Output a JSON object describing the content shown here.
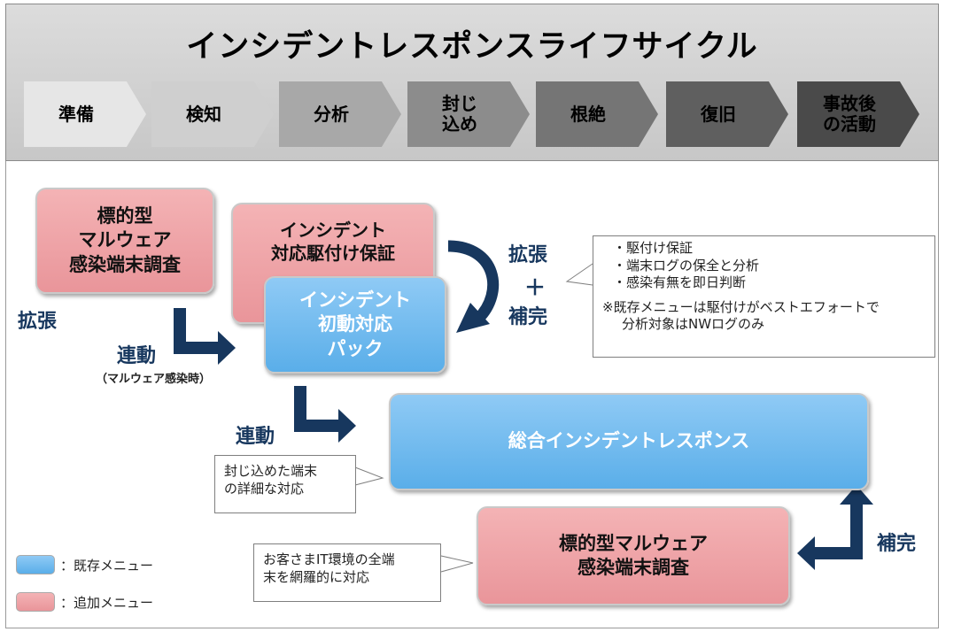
{
  "title": "インシデントレスポンスライフサイクル",
  "phases": [
    {
      "line1": "準備",
      "line2": "",
      "bg": "#e6e6e6",
      "fg": "#000000"
    },
    {
      "line1": "検知",
      "line2": "",
      "bg": "#cfcfcf",
      "fg": "#000000"
    },
    {
      "line1": "分析",
      "line2": "",
      "bg": "#a8a8a8",
      "fg": "#000000"
    },
    {
      "line1": "封じ",
      "line2": "込め",
      "bg": "#8c8c8c",
      "fg": "#000000"
    },
    {
      "line1": "根絶",
      "line2": "",
      "bg": "#757575",
      "fg": "#000000"
    },
    {
      "line1": "復旧",
      "line2": "",
      "bg": "#5f5f5f",
      "fg": "#000000"
    },
    {
      "line1": "事故後",
      "line2": "の活動",
      "bg": "#4a4a4a",
      "fg": "#000000"
    }
  ],
  "boxes": {
    "targeted_top": [
      "標的型",
      "マルウェア",
      "感染端末調査"
    ],
    "rush_support": [
      "インシデント",
      "対応駆付け保証"
    ],
    "initial_pack": [
      "インシデント",
      "初動対応",
      "パック"
    ],
    "general_ir": "総合インシデントレスポンス",
    "targeted_bottom": [
      "標的型マルウェア",
      "感染端末調査"
    ]
  },
  "labels": {
    "expand_left": "拡張",
    "link_1": "連動",
    "link_1_note": "（マルウェア感染時）",
    "link_2": "連動",
    "expand_right": "拡張",
    "plus": "＋",
    "complement_right": "補完",
    "complement_bottom": "補完"
  },
  "callouts": {
    "features": [
      "・駆付け保証",
      "・端末ログの保全と分析",
      "・感染有無を即日判断"
    ],
    "features_note": [
      "※既存メニューは駆付けがベストエフォートで",
      "分析対象はNWログのみ"
    ],
    "contained": [
      "封じ込めた端末",
      "の詳細な対応"
    ],
    "it_env": [
      "お客さまIT環境の全端",
      "末を網羅的に対応"
    ]
  },
  "legend": {
    "existing": "：既存メニュー",
    "added": "：追加メニュー"
  },
  "colors": {
    "pink_menu": "#f0a8ab",
    "blue_menu": "#6bb8ee",
    "arrow_navy": "#17375e"
  }
}
